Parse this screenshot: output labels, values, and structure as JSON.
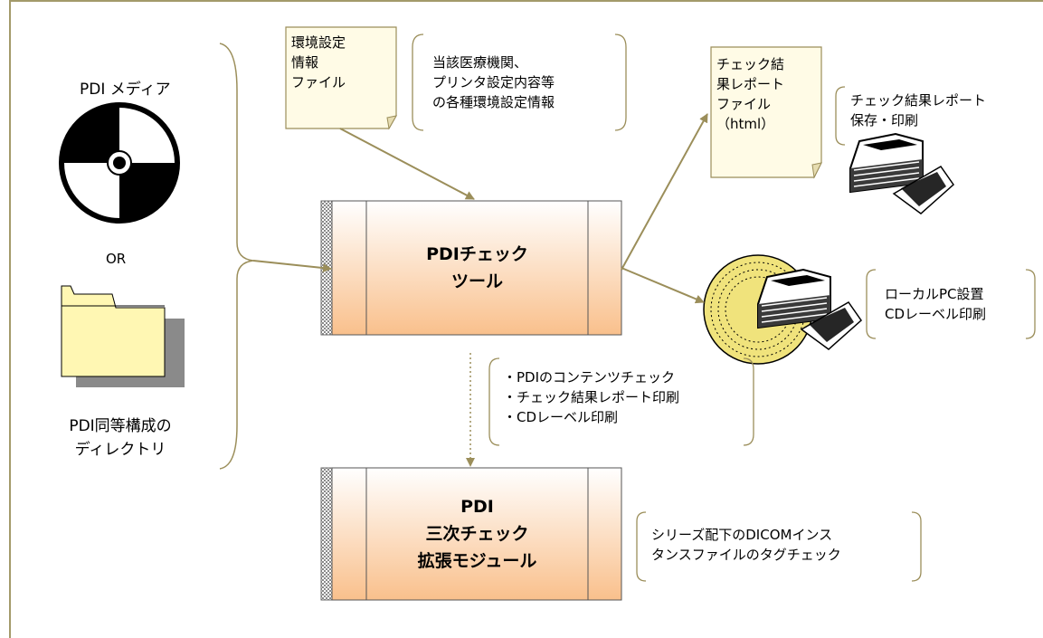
{
  "pdi_media": "PDI メディア",
  "or": "OR",
  "dir_line1": "PDI同等構成の",
  "dir_line2": "ディレクトリ",
  "config_file": [
    "環境設定",
    "情報",
    "ファイル"
  ],
  "config_note": [
    "当該医療機関、",
    "プリンタ設定内容等",
    "の各種環境設定情報"
  ],
  "report_file": [
    "チェック結",
    "果レポート",
    "ファイル",
    "（html）"
  ],
  "report_note": [
    "チェック結果レポート",
    "保存・印刷"
  ],
  "local_pc_note": [
    "ローカルPC設置",
    "CDレーベル印刷"
  ],
  "tool": [
    "PDIチェック",
    "ツール"
  ],
  "functions": [
    "・PDIのコンテンツチェック",
    "・チェック結果レポート印刷",
    "・CDレーベル印刷"
  ],
  "module": [
    "PDI",
    "三次チェック",
    "拡張モジュール"
  ],
  "module_note": [
    "シリーズ配下のDICOMインス",
    "タンスファイルのタグチェック"
  ],
  "colors": {
    "frame": "#a39a6a",
    "arrow": "#9b8e5a",
    "process_top": "#ffffff",
    "process_bottom": "#f9c08c",
    "folder": "#fff7b3",
    "cd": "#f0e37c"
  }
}
